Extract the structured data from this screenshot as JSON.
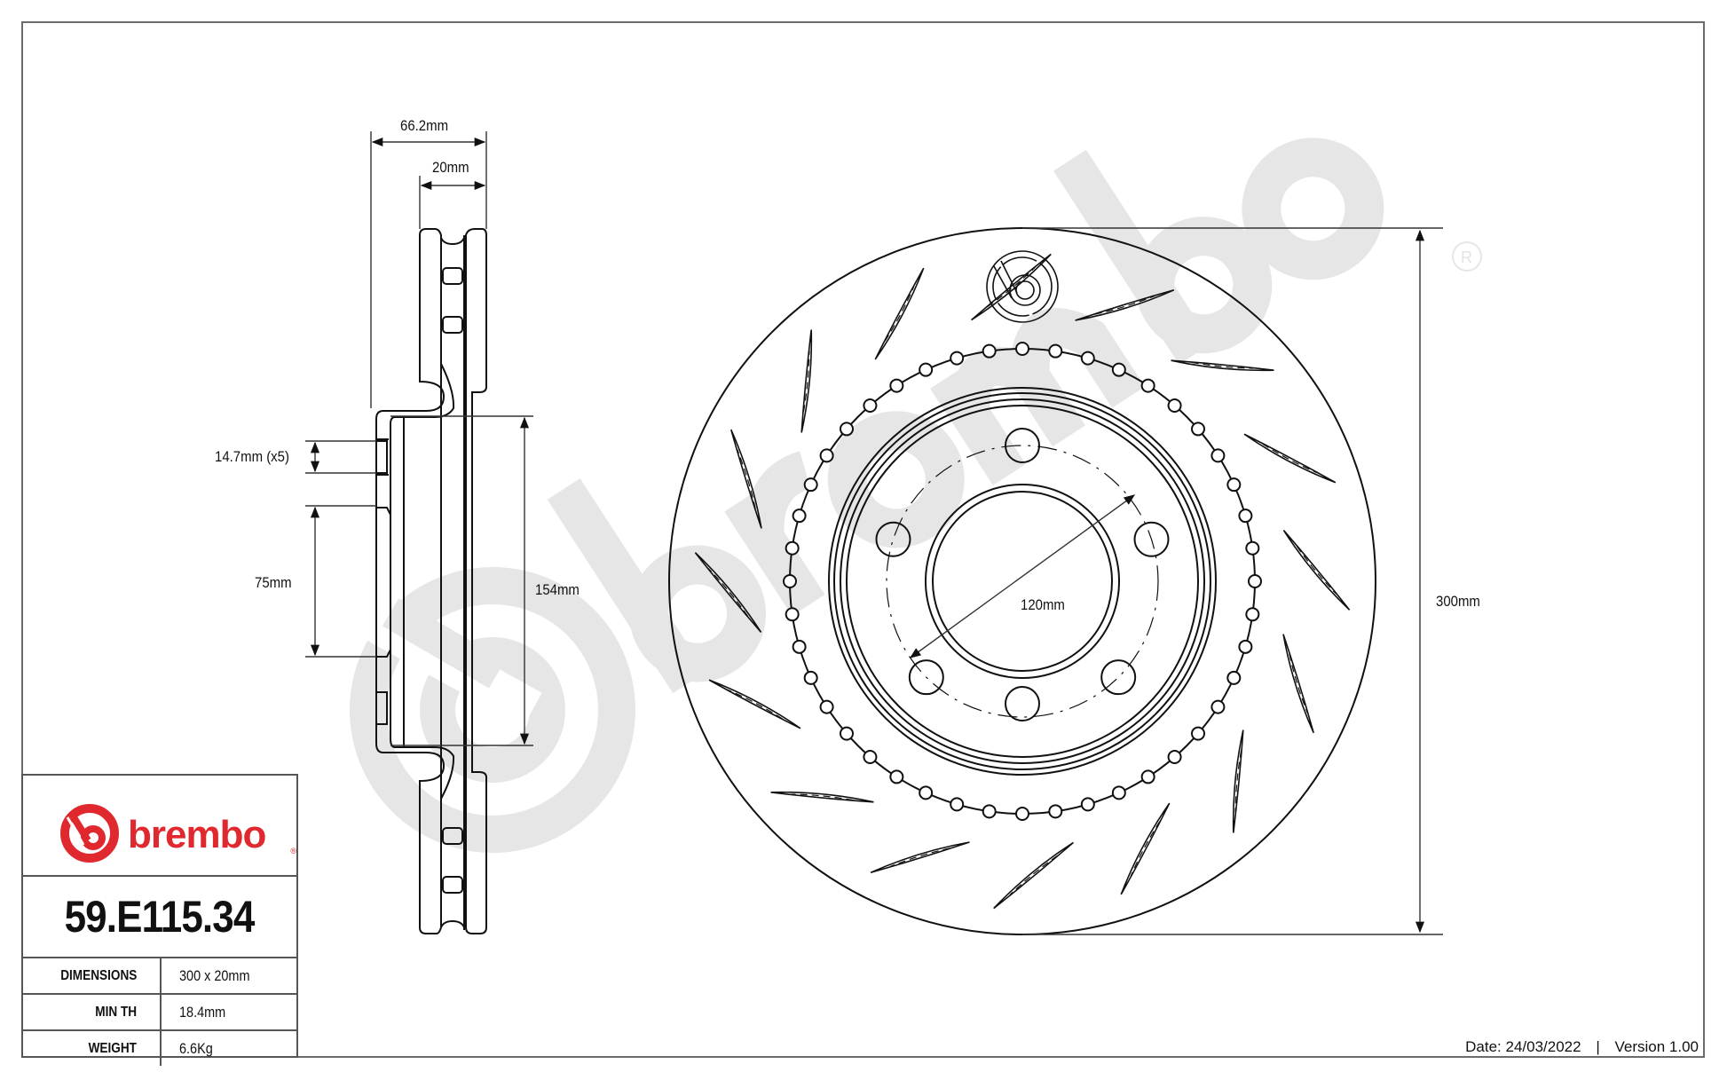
{
  "brand": {
    "name": "brembo",
    "registered_mark": "®",
    "color": "#e0292e",
    "watermark_color": "#e3e3e3"
  },
  "part": {
    "number": "59.E115.34"
  },
  "specs": [
    {
      "label": "DIMENSIONS",
      "value": "300 x 20mm"
    },
    {
      "label": "MIN TH",
      "value": "18.4mm"
    },
    {
      "label": "WEIGHT",
      "value": "6.6Kg"
    }
  ],
  "side_view": {
    "dimensions": {
      "overall_height": "66.2mm",
      "thickness": "20mm",
      "bolt_hole": "14.7mm (x5)",
      "center_bore": "75mm",
      "hat_diameter": "154mm"
    }
  },
  "front_view": {
    "dimensions": {
      "pcd": "120mm",
      "diameter": "300mm"
    },
    "bolt_holes": 6,
    "slots": 16
  },
  "footer": {
    "date_label": "Date: 24/03/2022",
    "separator": "|",
    "version_label": "Version 1.00"
  }
}
